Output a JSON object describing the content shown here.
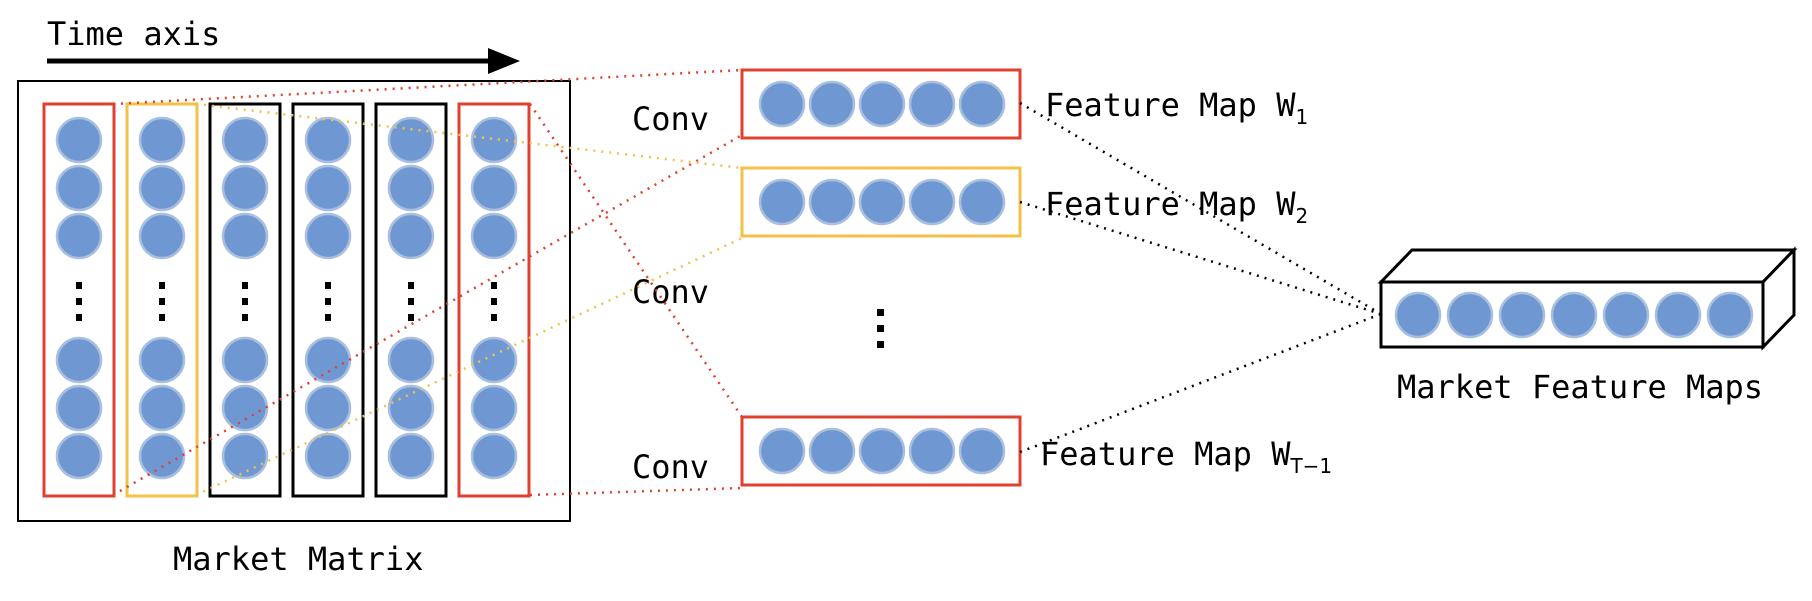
{
  "time_axis_label": "Time axis",
  "market_matrix_label": "Market Matrix",
  "conv_labels": [
    "Conv",
    "Conv",
    "Conv"
  ],
  "feature_maps": [
    {
      "prefix": "Feature Map W",
      "subscript": "1"
    },
    {
      "prefix": "Feature Map W",
      "subscript": "2"
    },
    {
      "prefix": "Feature Map W",
      "subscript": "T−1"
    }
  ],
  "market_feature_maps_label": "Market Feature Maps",
  "colors": {
    "node_fill": "#6f98d3",
    "node_stroke": "#a9bfe0",
    "red": "#e0402f",
    "yellow": "#f1c14a",
    "black": "#000000"
  }
}
